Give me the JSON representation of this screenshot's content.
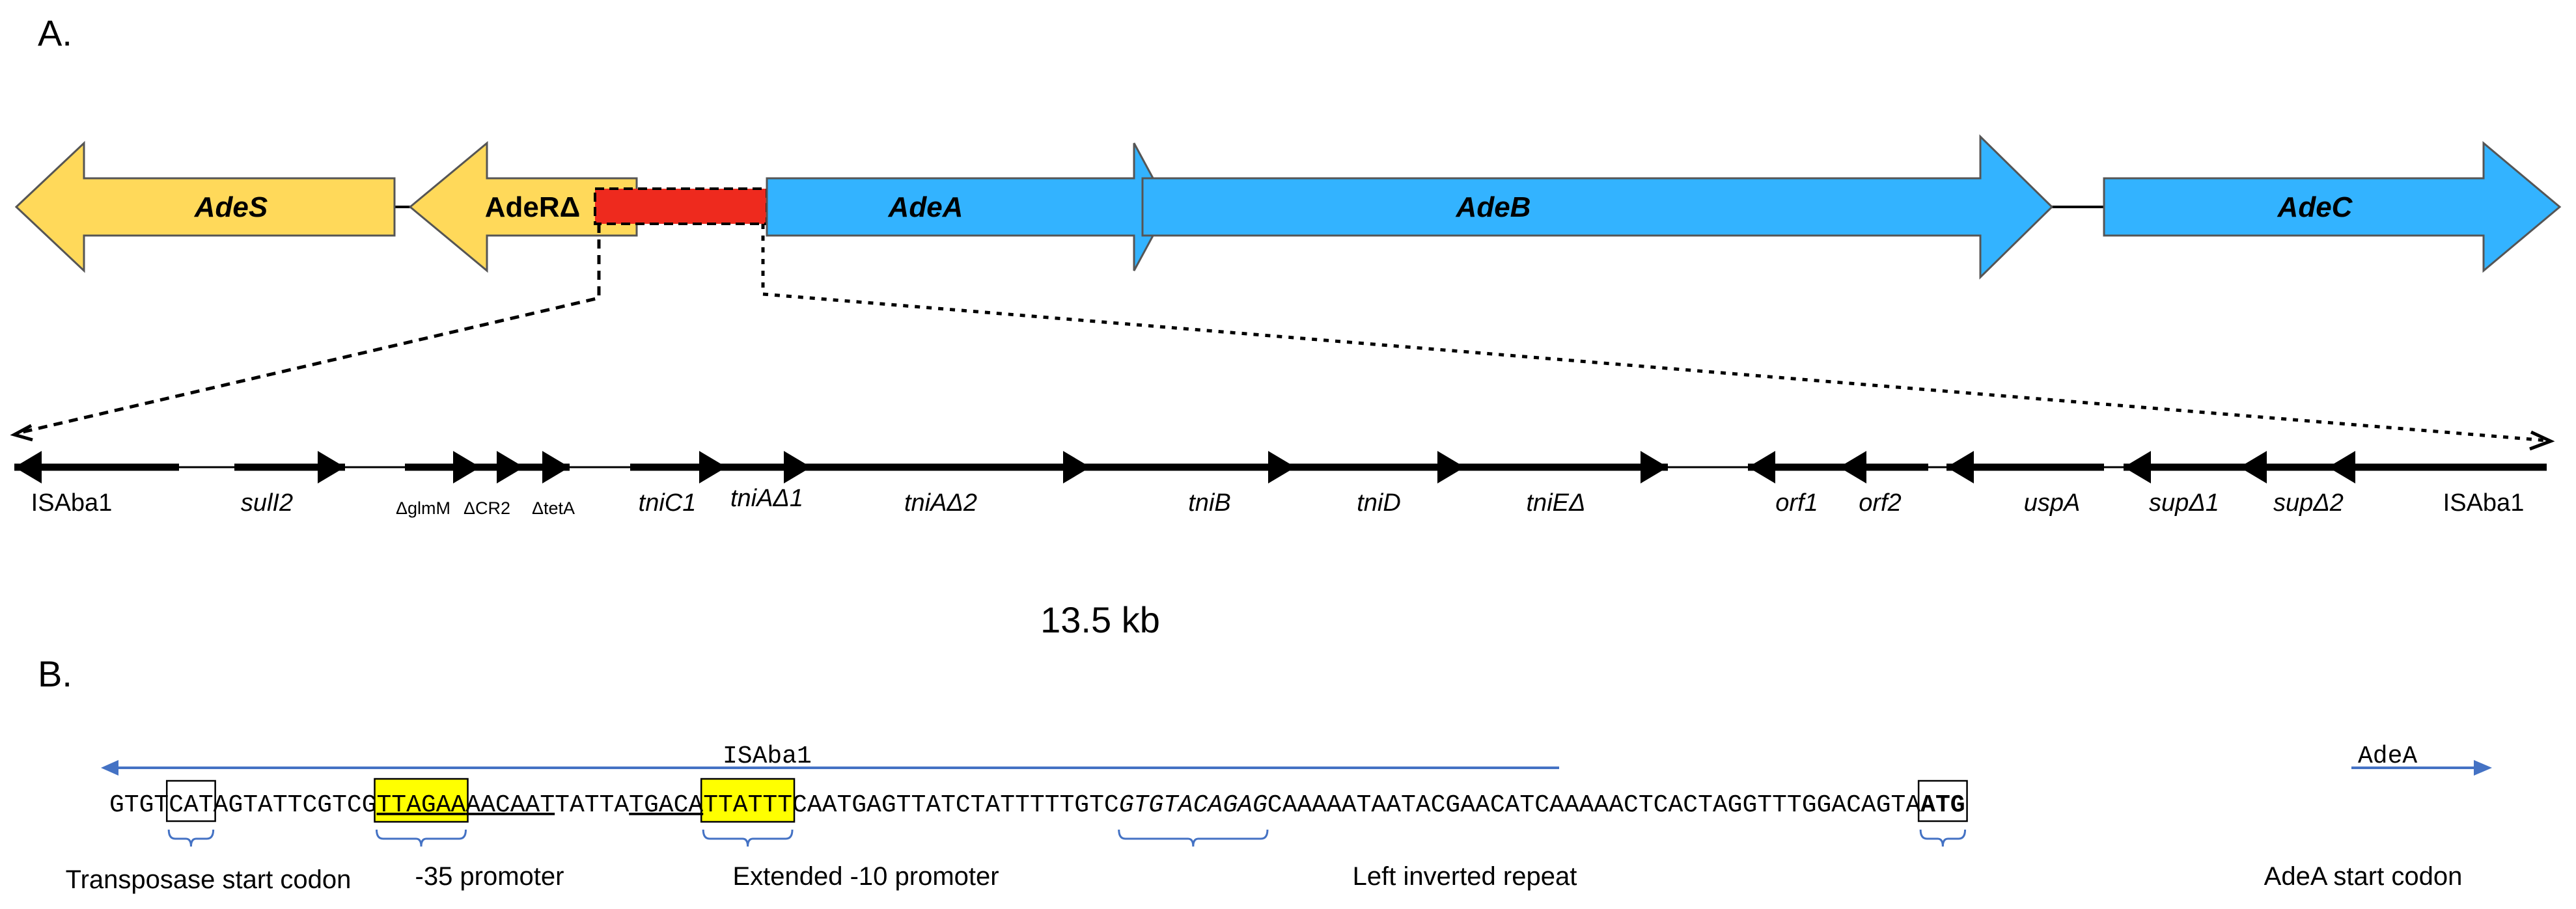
{
  "panel_a_label": "A.",
  "panel_b_label": "B.",
  "operon_genes": [
    {
      "label": "AdeS",
      "color": "#FFD95A",
      "direction": "left"
    },
    {
      "label": "AdeRΔ",
      "color": "#FFD95A",
      "direction": "left"
    },
    {
      "label": "AdeA",
      "color": "#33B3FF",
      "direction": "right"
    },
    {
      "label": "AdeB",
      "color": "#33B3FF",
      "direction": "right"
    },
    {
      "label": "AdeC",
      "color": "#33B3FF",
      "direction": "right"
    }
  ],
  "insertion_color": "#EE2A1E",
  "insertion_genes": [
    {
      "label": "ISAba1"
    },
    {
      "label": "sulI2"
    },
    {
      "label": "ΔglmM"
    },
    {
      "label": "ΔCR2"
    },
    {
      "label": "ΔtetA"
    },
    {
      "label": "tniC1"
    },
    {
      "label": "tniAΔ1"
    },
    {
      "label": "tniAΔ2"
    },
    {
      "label": "tniB"
    },
    {
      "label": "tniD"
    },
    {
      "label": "tniEΔ"
    },
    {
      "label": "orf1"
    },
    {
      "label": "orf2"
    },
    {
      "label": "uspA"
    },
    {
      "label": "supΔ1"
    },
    {
      "label": "supΔ2"
    },
    {
      "label": "ISAba1"
    }
  ],
  "insertion_size": "13.5 kb",
  "sequence": {
    "arrow_color": "#4472C4",
    "highlight_color": "#FFFF00",
    "isaba1_label": "ISAba1",
    "adea_label": "AdeA",
    "segments": [
      "GTGT",
      "CAT",
      "AGTATTCGTCG",
      "TTAGAA",
      "AACAAT",
      "TATTA",
      "TGACA",
      "TTATTT",
      "CAATGAGTTATCTATTTTTGTC",
      "GTGTACAGAG",
      "CAAAAATAATACGAACATCAAAAACTCACTAGGTTTGGACAGTA",
      "ATG"
    ],
    "annotations": [
      "Transposase start codon",
      "-35 promoter",
      "Extended  -10 promoter",
      "Left inverted repeat",
      "AdeA start codon"
    ]
  }
}
